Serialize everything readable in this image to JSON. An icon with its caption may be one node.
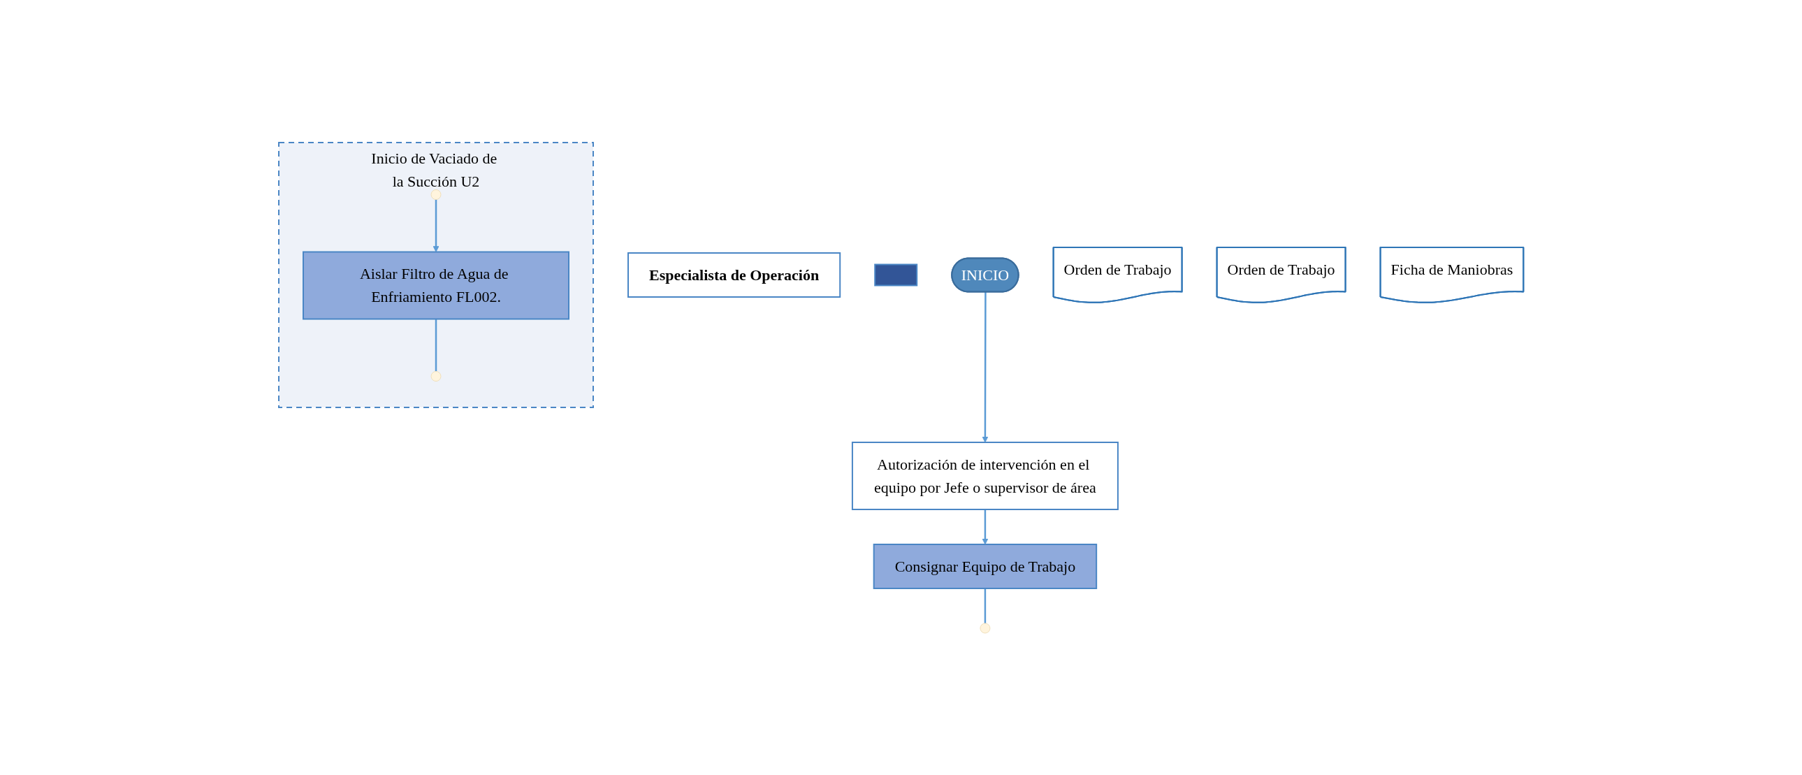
{
  "diagram": {
    "nodes": [
      {
        "text": [
          "Especialista de Operación"
        ]
      },
      {
        "text": [],
        "shape": "box"
      },
      {
        "text": [
          "INICIO"
        ]
      },
      {
        "text": [
          "Autorización de intervención en el equipo por Jefe o supervisor de área"
        ]
      },
      {
        "text": [
          "Orden de Trabajo"
        ]
      },
      {
        "text": [
          "Consignar Equipo de Trabajo"
        ]
      },
      {
        "text": [
          "Orden de Trabajo"
        ]
      },
      {
        "text": [
          "Ficha de Maniobras"
        ]
      },
      {
        "text": [
          "Inicio de Vaciado de la Succión U2"
        ]
      },
      {
        "text": [
          "Aislar Filtro de Agua de Enfriamiento FL002."
        ],
        "in": 8
      }
    ],
    "edges": [
      {
        "from": 2,
        "to": 3,
        "arrow": "to"
      },
      {
        "from": 3,
        "to": 5,
        "arrow": "to"
      },
      {
        "from": 5,
        "to": null,
        "arrow": "none"
      },
      {
        "from": null,
        "to": 9,
        "arrow": "to"
      },
      {
        "from": 9,
        "to": null,
        "arrow": "none"
      }
    ]
  }
}
